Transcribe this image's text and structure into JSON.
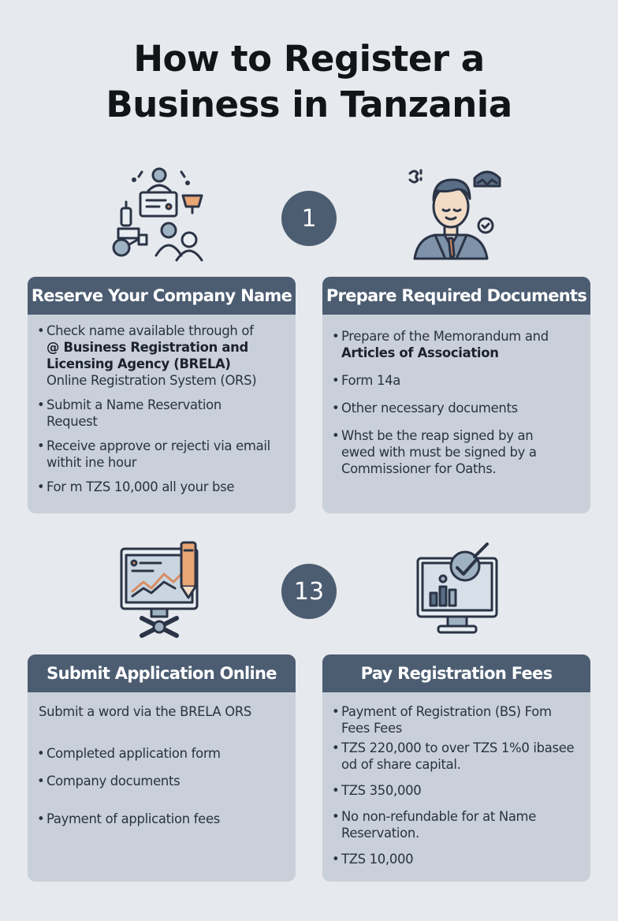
{
  "title": [
    "How to Register a",
    "Business in Tanzania"
  ],
  "steps": [
    "1",
    "13"
  ],
  "cards": [
    {
      "heading": "Reserve Your Company Name",
      "items": [
        [
          "Check name available through of",
          "@ Business Registration and",
          "Licensing Agency (BRELA)",
          "Online Registration System (ORS)"
        ],
        [
          "Submit a Name Reservation",
          "Request"
        ],
        [
          "Receive approve or rejecti via email",
          "withit ine hour"
        ],
        [
          "For m TZS 10,000 all your bse"
        ]
      ]
    },
    {
      "heading": "Prepare Required Documents",
      "items": [
        [
          "Prepare of the Memorandum and",
          "Articles of Association"
        ],
        [
          "Form 14a"
        ],
        [
          "Other necessary documents"
        ],
        [
          "Whst be the reap signed by an",
          "ewed with must be signed by a",
          "Commissioner for Oaths."
        ]
      ]
    },
    {
      "heading": "Submit Application Online",
      "intro": "Submit a word via the BRELA ORS",
      "items": [
        [
          "Completed application form"
        ],
        [
          "Company documents"
        ],
        [
          "Payment of application fees"
        ]
      ]
    },
    {
      "heading": "Pay Registration Fees",
      "items": [
        [
          "Payment of Registration (BS) Fom",
          "Fees Fees"
        ],
        [
          "TZS 220,000 to over TZS 1%0 ibasee",
          "od of share capital."
        ],
        [
          "TZS 350,000"
        ],
        [
          "No non-refundable for at Name",
          "Reservation."
        ],
        [
          "TZS 10,000"
        ]
      ]
    }
  ],
  "colors": {
    "background": "#e6e9ed",
    "card_header": "#4c5d72",
    "card_body": "#c9d0d9",
    "step_circle": "#4c5d72"
  },
  "icons": [
    "people-network-icon",
    "businessman-icon",
    "monitor-chart-icon",
    "monitor-checkmark-icon"
  ]
}
